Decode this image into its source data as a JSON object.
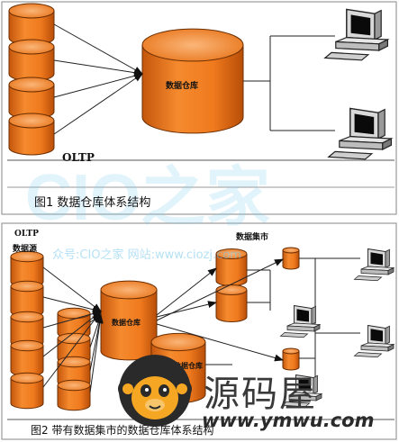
{
  "figure1": {
    "oltp_label": "OLTP",
    "warehouse_label": "数据仓库",
    "caption": "图1 数据仓库体系结构"
  },
  "figure2": {
    "oltp_label": "OLTP",
    "source_label": "数据源",
    "warehouse_label": "数据仓库",
    "warehouse2_label": "数据仓库",
    "mart_label": "数据集市",
    "caption": "图2 带有数据集市的数据仓库体系结构"
  },
  "watermark": {
    "main": "CIO之家",
    "line": "众号:CIO之家   网站:www.ciozj.com"
  },
  "logo": {
    "brand": "源码屋",
    "url": "www.ymwu.com"
  },
  "colors": {
    "cylinder": "#f07a1e",
    "cylinder_dark": "#c85a0a",
    "cylinder_top": "#f9a35a",
    "border": "#888888"
  }
}
